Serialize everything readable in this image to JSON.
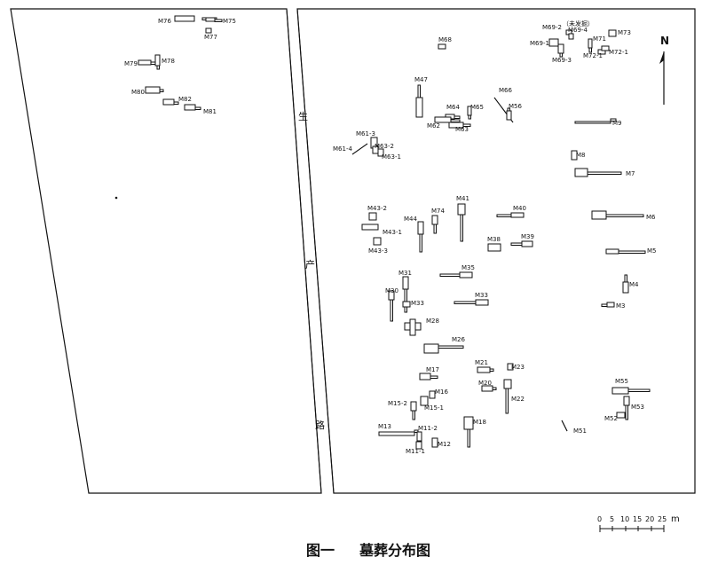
{
  "caption": {
    "figure": "图一",
    "title": "墓葬分布图"
  },
  "road_label": [
    "生",
    "产",
    "路"
  ],
  "north_label": "N",
  "scale_bar": {
    "ticks": [
      "0",
      "5",
      "10",
      "15",
      "20",
      "25"
    ],
    "unit": "m"
  },
  "note_unexcavated": "（未发掘）",
  "tombs": [
    "M76",
    "M75",
    "M77",
    "M79",
    "M78",
    "M80",
    "M82",
    "M81",
    "M68",
    "M69-2",
    "M69-4",
    "M73",
    "M71",
    "M69-1",
    "M72-1",
    "M72-1",
    "M69-3",
    "M47",
    "M64",
    "M65",
    "M66",
    "M56",
    "M62",
    "M63",
    "M9",
    "M61-3",
    "M61-4",
    "M63-2",
    "M63-1",
    "M8",
    "M7",
    "M43-2",
    "M41",
    "M40",
    "M6",
    "M44",
    "M74",
    "M43-1",
    "M43-3",
    "M38",
    "M39",
    "M5",
    "M35",
    "M33",
    "M4",
    "M30",
    "M31",
    "M33",
    "M3",
    "M28",
    "M26",
    "M17",
    "M21",
    "M23",
    "M20",
    "M16",
    "M22",
    "M15-2",
    "M15-1",
    "M55",
    "M53",
    "M52",
    "M13",
    "M11-2",
    "M18",
    "M51",
    "M12",
    "M11-1"
  ]
}
